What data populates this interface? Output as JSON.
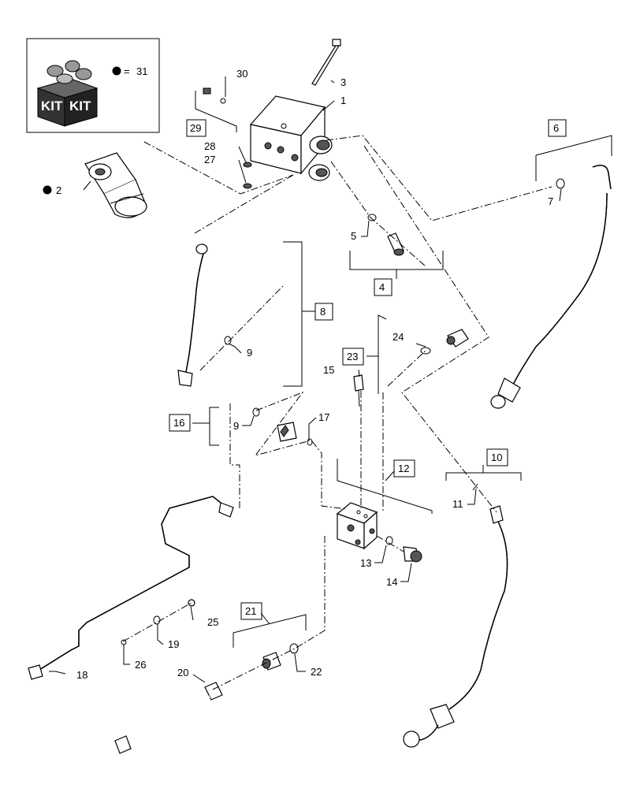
{
  "kit": {
    "box_text_left": "KIT",
    "box_text_right": "KIT",
    "legend_equals": "=",
    "legend_number": "31"
  },
  "callouts": {
    "c1": "1",
    "c2": "2",
    "c3": "3",
    "c4": "4",
    "c5": "5",
    "c6": "6",
    "c7": "7",
    "c8": "8",
    "c9a": "9",
    "c9b": "9",
    "c10": "10",
    "c11": "11",
    "c12": "12",
    "c13": "13",
    "c14": "14",
    "c15": "15",
    "c16": "16",
    "c17": "17",
    "c18": "18",
    "c19": "19",
    "c20": "20",
    "c21": "21",
    "c22": "22",
    "c23": "23",
    "c24": "24",
    "c25": "25",
    "c26": "26",
    "c27": "27",
    "c28": "28",
    "c29": "29",
    "c30": "30"
  },
  "colors": {
    "line": "#000000",
    "dark_fill": "#555555",
    "background": "#ffffff"
  }
}
